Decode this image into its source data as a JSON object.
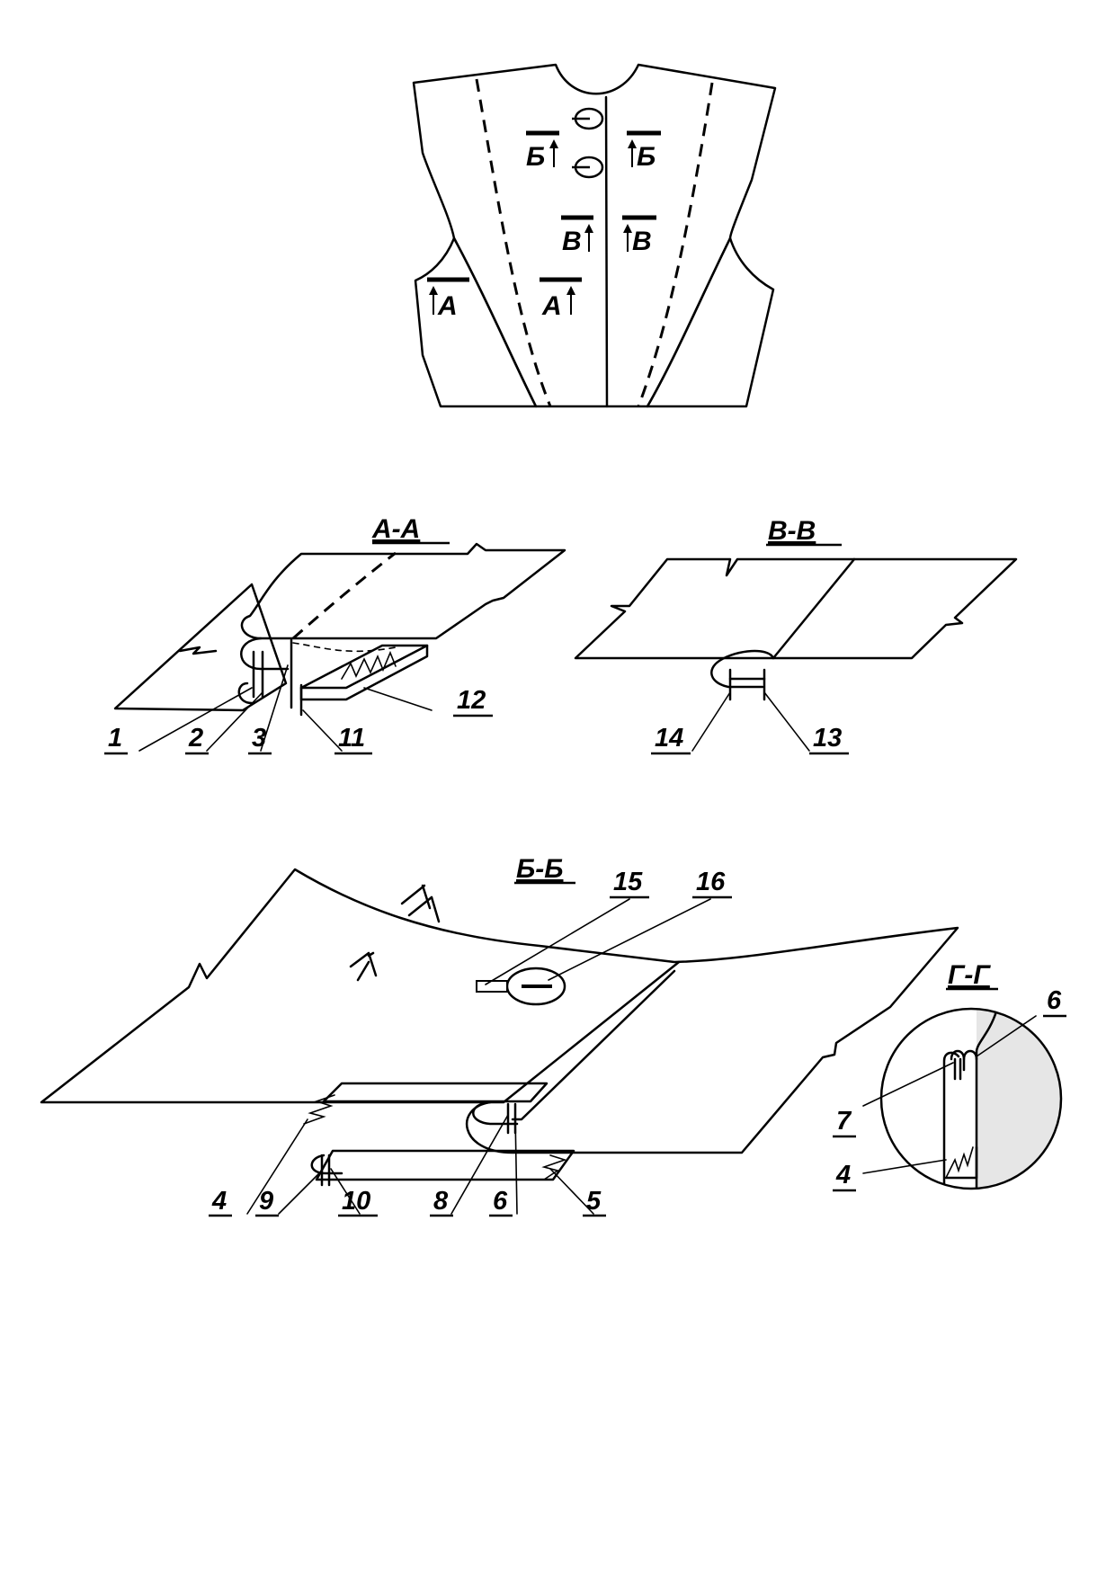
{
  "garment": {
    "marks": {
      "b_left": "Б",
      "b_right": "Б",
      "v_left": "В",
      "v_right": "В",
      "a_left": "А",
      "a_mid": "А"
    }
  },
  "sections": {
    "aa": "А-А",
    "vv": "В-В",
    "bb": "Б-Б",
    "gg": "Г-Г"
  },
  "callouts": {
    "n1": "1",
    "n2": "2",
    "n3": "3",
    "n11": "11",
    "n12": "12",
    "n14": "14",
    "n13": "13",
    "n15": "15",
    "n16": "16",
    "n4": "4",
    "n9": "9",
    "n10": "10",
    "n8": "8",
    "n6": "6",
    "n5": "5",
    "g6": "6",
    "g7": "7",
    "g4": "4"
  },
  "colors": {
    "light_fabric": "#e6e6e6",
    "dark_fabric": "#c4c4c4",
    "ink": "#000000"
  }
}
